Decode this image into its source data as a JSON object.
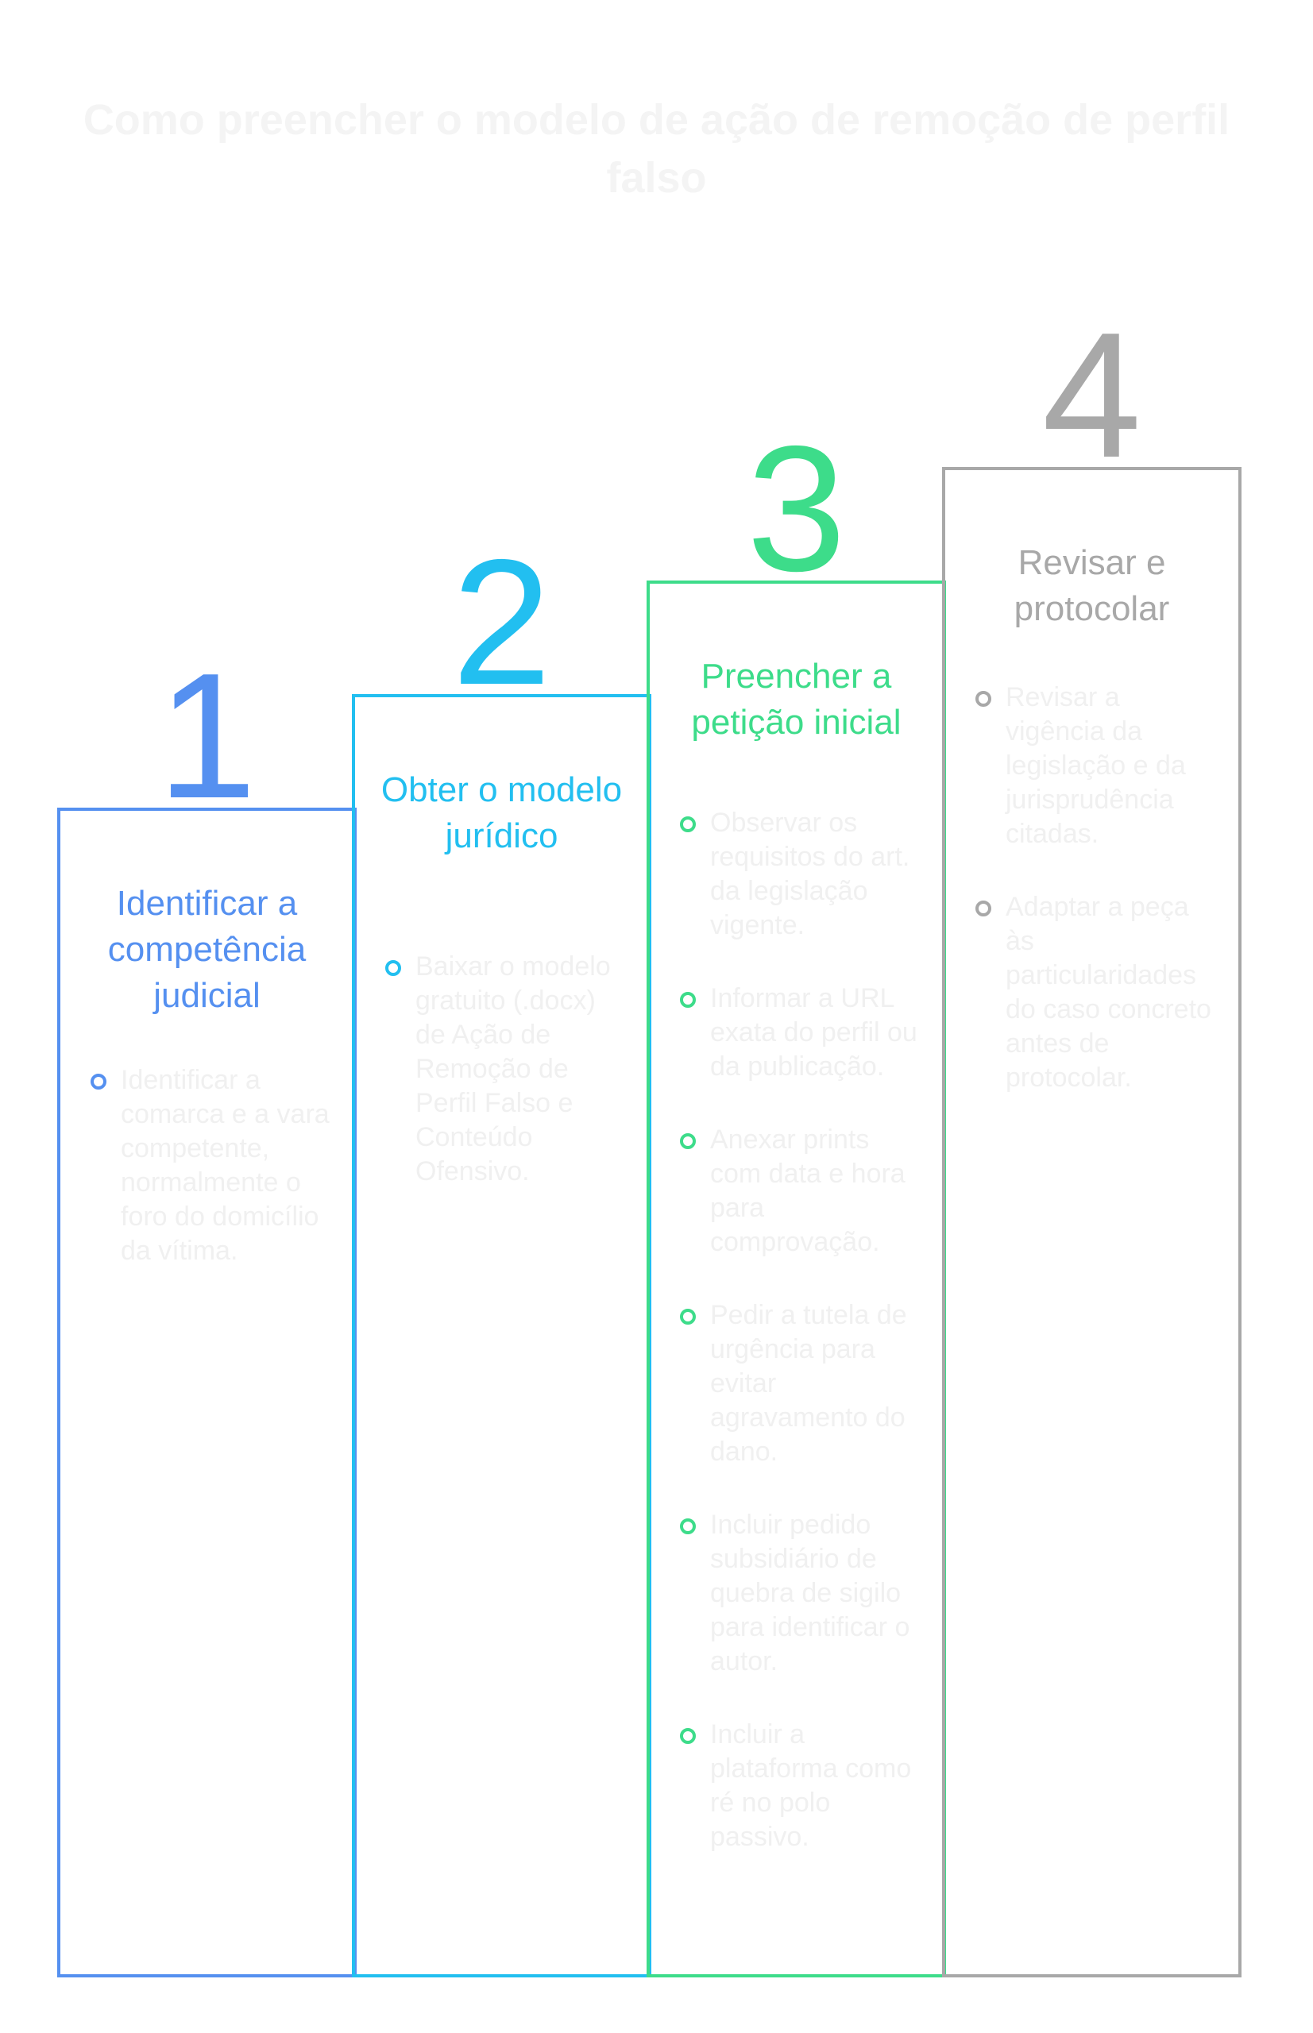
{
  "title": "Como preencher o modelo de ação de remoção de perfil falso",
  "steps": [
    {
      "number": "1",
      "title": "Identificar a competência judicial",
      "color": "#5590f0",
      "bullets": [
        "Identificar a comarca e a vara competente, normalmente o foro do domicílio da vítima."
      ]
    },
    {
      "number": "2",
      "title": "Obter o modelo jurídico",
      "color": "#22bff0",
      "bullets": [
        "Baixar o modelo gratuito (.docx) de Ação de Remoção de Perfil Falso e Conteúdo Ofensivo."
      ]
    },
    {
      "number": "3",
      "title": "Preencher a petição inicial",
      "color": "#3ddc8a",
      "bullets": [
        "Observar os requisitos do art. da legislação vigente.",
        "Informar a URL exata do perfil ou da publicação.",
        "Anexar prints com data e hora para comprovação.",
        "Pedir a tutela de urgência para evitar agravamento do dano.",
        "Incluir pedido subsidiário de quebra de sigilo para identificar o autor.",
        "Incluir a plataforma como ré no polo passivo."
      ]
    },
    {
      "number": "4",
      "title": "Revisar e protocolar",
      "color": "#a8a8a8",
      "bullets": [
        "Revisar a vigência da legislação e da jurisprudência citadas.",
        "Adaptar a peça às particularidades do caso concreto antes de protocolar."
      ]
    }
  ]
}
